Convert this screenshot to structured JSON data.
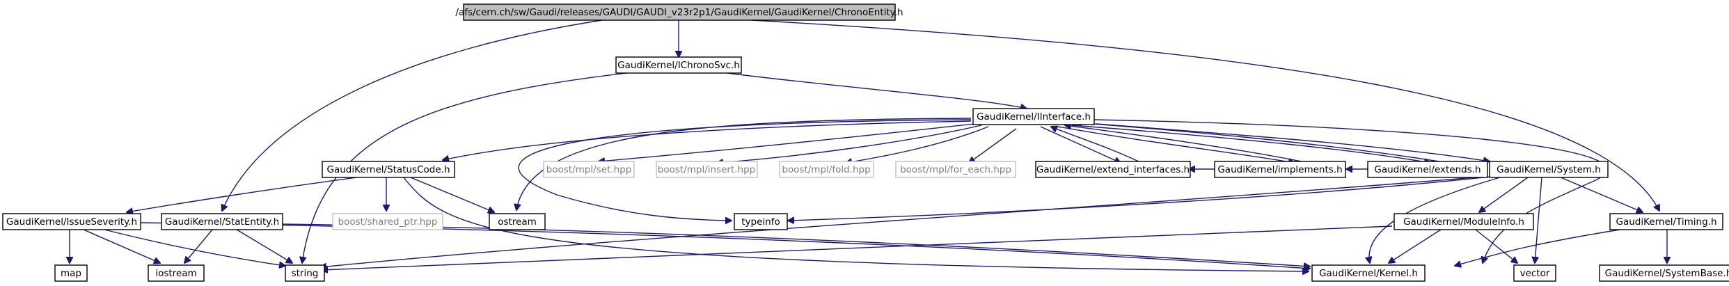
{
  "nodes": {
    "root": {
      "label": "/afs/cern.ch/sw/Gaudi/releases/GAUDI/GAUDI_v23r2p1/GaudiKernel/GaudiKernel/ChronoEntity.h"
    },
    "ichronosvc": {
      "label": "GaudiKernel/IChronoSvc.h"
    },
    "iinterface": {
      "label": "GaudiKernel/IInterface.h"
    },
    "statuscode": {
      "label": "GaudiKernel/StatusCode.h"
    },
    "mpl_set": {
      "label": "boost/mpl/set.hpp"
    },
    "mpl_insert": {
      "label": "boost/mpl/insert.hpp"
    },
    "mpl_fold": {
      "label": "boost/mpl/fold.hpp"
    },
    "mpl_for_each": {
      "label": "boost/mpl/for_each.hpp"
    },
    "extend_interfaces": {
      "label": "GaudiKernel/extend_interfaces.h"
    },
    "implements": {
      "label": "GaudiKernel/implements.h"
    },
    "extends": {
      "label": "GaudiKernel/extends.h"
    },
    "system": {
      "label": "GaudiKernel/System.h"
    },
    "issueseverity": {
      "label": "GaudiKernel/IssueSeverity.h"
    },
    "statentity": {
      "label": "GaudiKernel/StatEntity.h"
    },
    "shared_ptr": {
      "label": "boost/shared_ptr.hpp"
    },
    "ostream": {
      "label": "ostream"
    },
    "typeinfo": {
      "label": "typeinfo"
    },
    "moduleinfo": {
      "label": "GaudiKernel/ModuleInfo.h"
    },
    "timing": {
      "label": "GaudiKernel/Timing.h"
    },
    "map": {
      "label": "map"
    },
    "iostream": {
      "label": "iostream"
    },
    "string": {
      "label": "string"
    },
    "kernel": {
      "label": "GaudiKernel/Kernel.h"
    },
    "vector": {
      "label": "vector"
    },
    "systembase": {
      "label": "GaudiKernel/SystemBase.h"
    }
  }
}
